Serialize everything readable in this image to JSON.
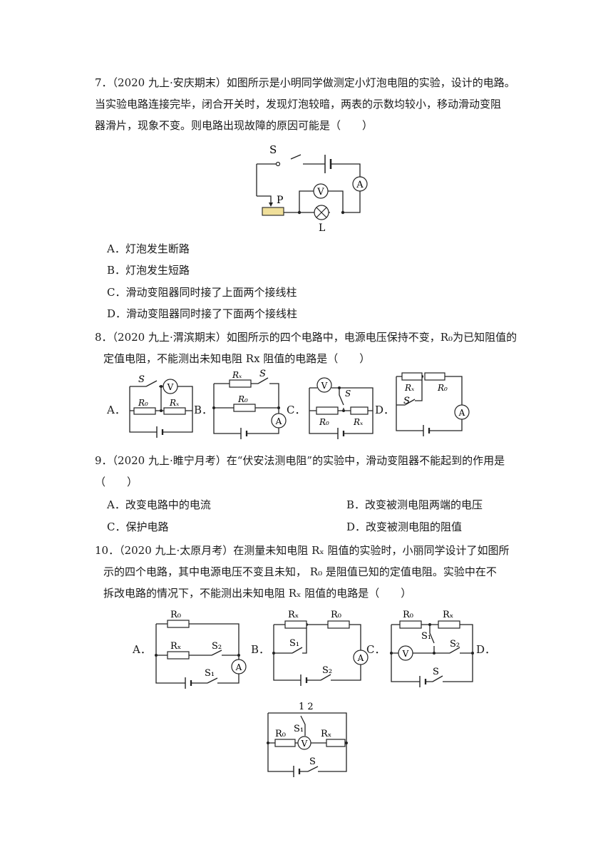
{
  "q7": {
    "lines": [
      "7．（2020 九上·安庆期末）如图所示是小明同学做测定小灯泡电阻的实验，设计的电路。",
      "当实验电路连接完毕，闭合开关时，发现灯泡较暗，两表的示数均较小，移动滑动变阻",
      "器滑片，现象不变。则电路出现故障的原因可能是（　　）"
    ],
    "figure_labels": {
      "switch": "S",
      "voltmeter": "V",
      "ammeter": "A",
      "slider": "P",
      "lamp": "L"
    },
    "options": [
      "A．灯泡发生断路",
      "B．灯泡发生短路",
      "C．滑动变阻器同时接了上面两个接线柱",
      "D．滑动变阻器同时接了下面两个接线柱"
    ]
  },
  "q8": {
    "lines": [
      "8．（2020 九上·渭滨期末）如图所示的四个电路中，电源电压保持不变，R₀为已知阻值的",
      "定值电阻，不能测出未知电阻 Rx 阻值的电路是（　　）"
    ],
    "option_letters": [
      "A．",
      "B．",
      "C．",
      "D．"
    ],
    "labels": {
      "s": "S",
      "r0": "R₀",
      "rx": "Rₓ",
      "v": "V",
      "a": "A"
    }
  },
  "q9": {
    "lines": [
      "9．（2020 九上·睢宁月考）在“伏安法测电阻”的实验中，滑动变阻器不能起到的作用是",
      "（　　）"
    ],
    "options": [
      "A．改变电路中的电流",
      "B．改变被测电阻两端的电压",
      "C．保护电路",
      "D．改变被测电阻的阻值"
    ]
  },
  "q10": {
    "lines": [
      "10．（2020 九上·太原月考）在测量未知电阻 Rₓ 阻值的实验时，小丽同学设计了如图所",
      "示的四个电路，其中电源电压不变且未知， R₀ 是阻值已知的定值电阻。实验中在不",
      "拆改电路的情况下，不能测出未知电阻 Rₓ 阻值的电路是（　　）"
    ],
    "option_letters": [
      "A．",
      "B．",
      "C．",
      "D．"
    ],
    "labels": {
      "r0": "R₀",
      "rx": "Rₓ",
      "s1": "S₁",
      "s2": "S₂",
      "s": "S",
      "v": "V",
      "a": "A",
      "pos": "1 2"
    }
  }
}
